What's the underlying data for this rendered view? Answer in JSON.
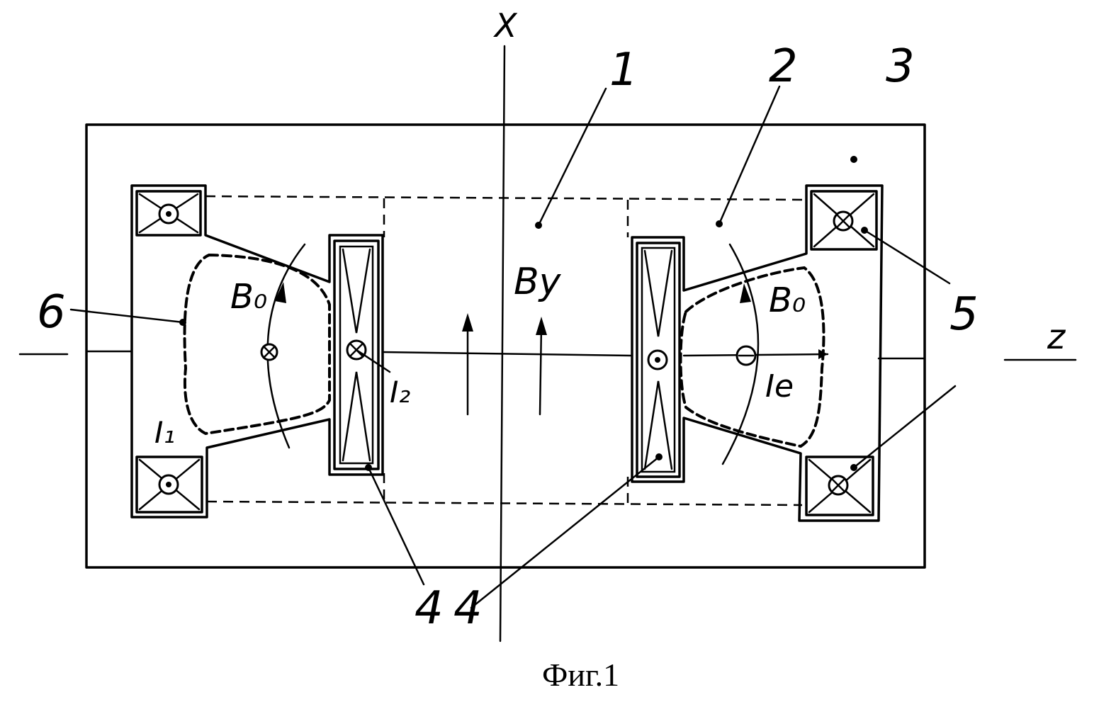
{
  "axes": {
    "x": "X",
    "z": "z"
  },
  "labels": {
    "n1": "1",
    "n2": "2",
    "n3": "3",
    "n4": "4",
    "n5": "5",
    "n6": "6",
    "b0_left": "B₀",
    "b0_right": "B₀",
    "by": "Bу",
    "i1": "I₁",
    "i2": "I₂",
    "ie": "Ie"
  },
  "caption": "Фиг.1"
}
